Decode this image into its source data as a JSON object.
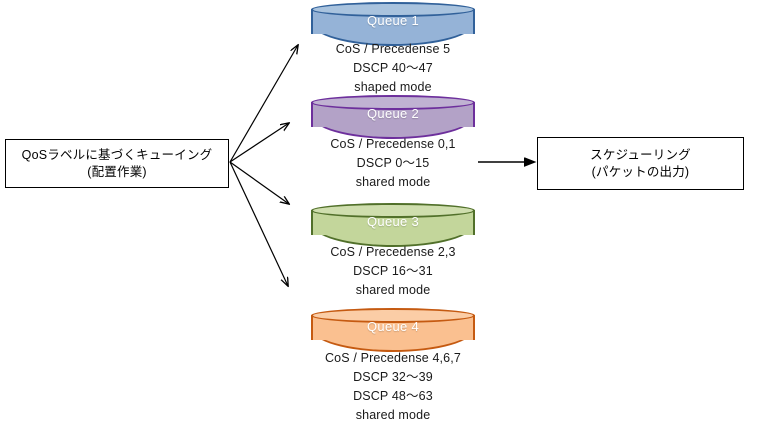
{
  "diagram": {
    "source_box": {
      "line1": "QoSラベルに基づくキューイング",
      "line2": "(配置作業)"
    },
    "sink_box": {
      "line1": "スケジューリング",
      "line2": "(パケットの出力)"
    },
    "queues": [
      {
        "id": "q1",
        "label": "Queue 1",
        "fill": "#95b3d7",
        "stroke": "#31619a",
        "caption": [
          "CoS / Precedense 5",
          "DSCP 40〜47",
          "shaped mode"
        ]
      },
      {
        "id": "q2",
        "label": "Queue 2",
        "fill": "#b3a2c7",
        "stroke": "#6d2f9c",
        "caption": [
          "CoS / Precedense 0,1",
          "DSCP 0〜15",
          "shared mode"
        ]
      },
      {
        "id": "q3",
        "label": "Queue 3",
        "fill": "#c3d69b",
        "stroke": "#51702a",
        "caption": [
          "CoS / Precedense 2,3",
          "DSCP 16〜31",
          "shared mode"
        ]
      },
      {
        "id": "q4",
        "label": "Queue 4",
        "fill": "#fac090",
        "stroke": "#c55a11",
        "caption": [
          "CoS / Precedense 4,6,7",
          "DSCP 32〜39",
          "DSCP 48〜63",
          "shared mode"
        ]
      }
    ],
    "connectors": {
      "fan_out_count": 4,
      "output_arrow_count": 1,
      "arrow_color": "#000000"
    }
  }
}
